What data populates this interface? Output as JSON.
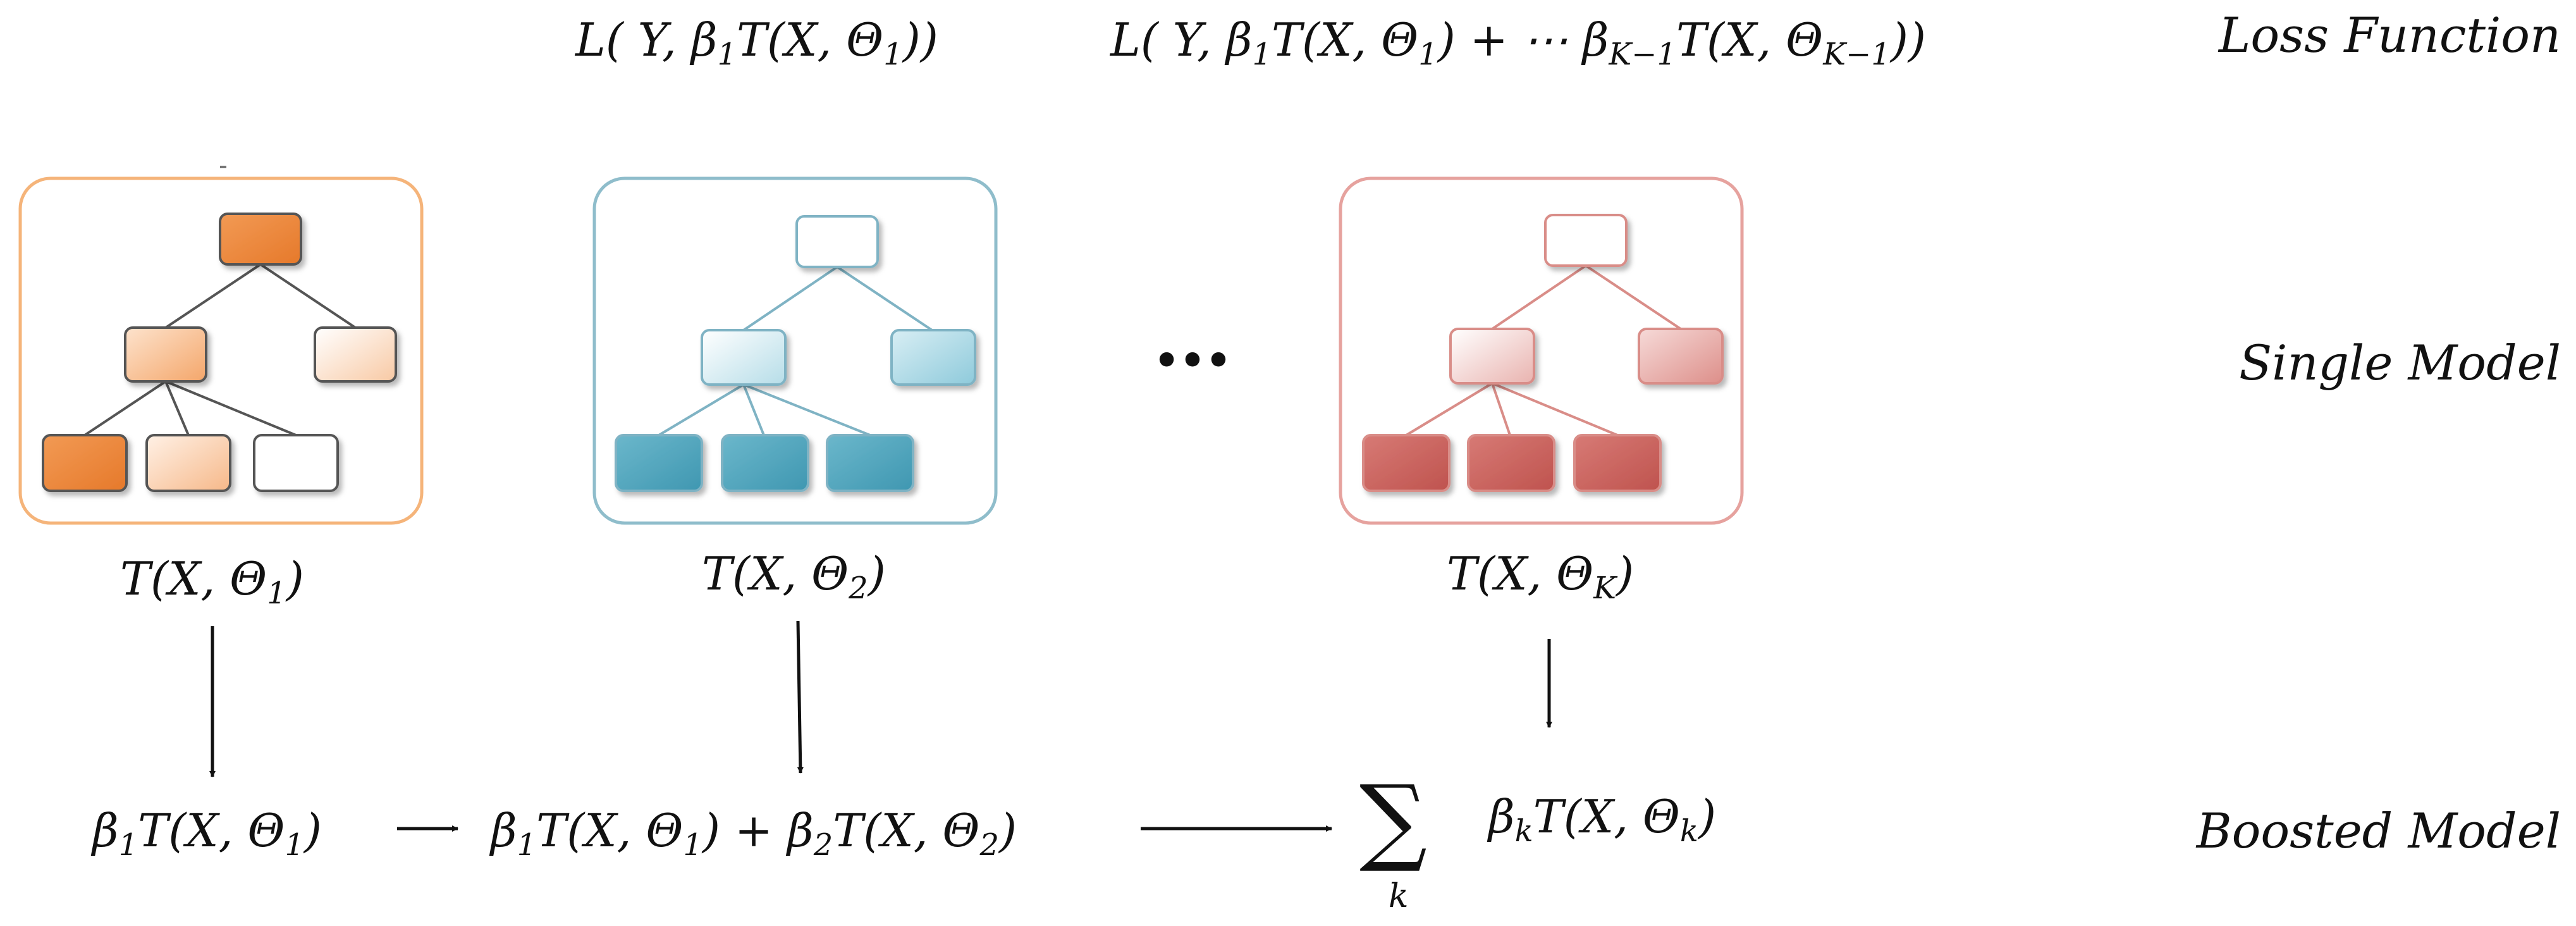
{
  "loss_row": {
    "label": "Loss Function",
    "formula_1": "L( Y, β₁T(X, Θ₁))",
    "formula_2": "L( Y, β₁T(X, Θ₁) + ⋯ β_{K−1}T(X, Θ_{K−1}))"
  },
  "single_row": {
    "label": "Single Model",
    "ellipsis": "•••",
    "trees": [
      {
        "caption": "T(X, Θ₁)",
        "theme": "orange"
      },
      {
        "caption": "T(X, Θ₂)",
        "theme": "blue"
      },
      {
        "caption": "T(X, Θ_K)",
        "theme": "red"
      }
    ]
  },
  "boosted_row": {
    "label": "Boosted Model",
    "expr_1": "β₁T(X, Θ₁)",
    "expr_2": "β₁T(X, Θ₁) + β₂T(X, Θ₂)",
    "sum_symbol": "∑",
    "sum_index": "k",
    "sum_term": "β_kT(X, Θ_k)"
  },
  "colors": {
    "orange_border": "#f5b47a",
    "orange_dark": "#ee8a3c",
    "orange_light": "#fbd2b0",
    "blue_border": "#8fbdcb",
    "blue_dark": "#4fa6be",
    "blue_light": "#c5e3ec",
    "red_border": "#e6a29e",
    "red_dark": "#c9625d",
    "red_light": "#efc0bd"
  }
}
